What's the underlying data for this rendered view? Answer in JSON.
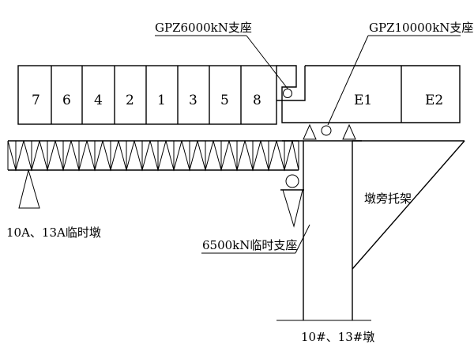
{
  "segments": {
    "girder": [
      "7",
      "6",
      "4",
      "2",
      "1",
      "3",
      "5",
      "8"
    ],
    "cantilever": [
      "E1",
      "E2"
    ]
  },
  "labels": {
    "bearing_top_left": "GPZ6000kN支座",
    "bearing_top_right": "GPZ10000kN支座",
    "temp_pier": "10A、13A临时墩",
    "temp_bearing": "6500kN临时支座",
    "bracket": "墩旁托架",
    "pier": "10#、13#墩"
  }
}
